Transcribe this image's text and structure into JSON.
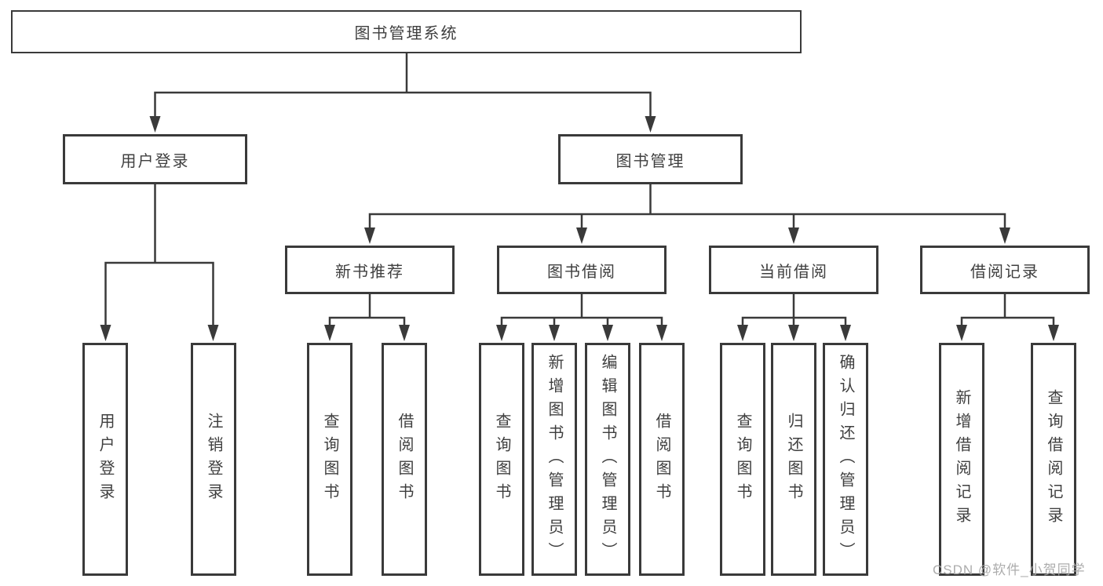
{
  "tree": {
    "root": "图书管理系统",
    "children": [
      {
        "label": "用户登录",
        "children": [
          {
            "label": "用户登录"
          },
          {
            "label": "注销登录"
          }
        ]
      },
      {
        "label": "图书管理",
        "children": [
          {
            "label": "新书推荐",
            "children": [
              {
                "label": "查询图书"
              },
              {
                "label": "借阅图书"
              }
            ]
          },
          {
            "label": "图书借阅",
            "children": [
              {
                "label": "查询图书"
              },
              {
                "label": "新增图书（管理员）"
              },
              {
                "label": "编辑图书（管理员）"
              },
              {
                "label": "借阅图书"
              }
            ]
          },
          {
            "label": "当前借阅",
            "children": [
              {
                "label": "查询图书"
              },
              {
                "label": "归还图书"
              },
              {
                "label": "确认归还（管理员）"
              }
            ]
          },
          {
            "label": "借阅记录",
            "children": [
              {
                "label": "新增借阅记录"
              },
              {
                "label": "查询借阅记录"
              }
            ]
          }
        ]
      }
    ]
  },
  "watermark": {
    "text": "CSDN @软件_小贺同学"
  },
  "colors": {
    "line": "#3a3a3a",
    "text": "#3f3f3f",
    "watermark": "#a8a8a8",
    "background": "#ffffff"
  }
}
